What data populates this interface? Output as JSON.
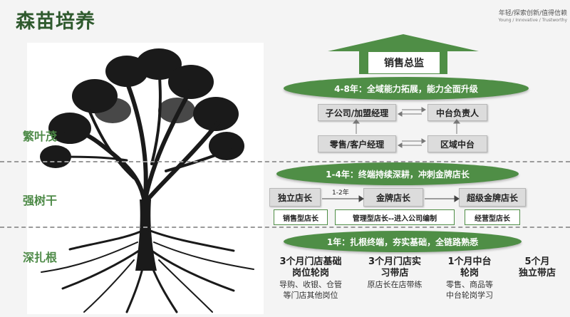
{
  "header": {
    "title": "森苗培养",
    "slogan_cn": "年轻/探索创新/值得信赖",
    "slogan_en": "Young / Innovative / Trustworthy"
  },
  "sections": {
    "top": "繁叶茂",
    "mid": "强树干",
    "bottom": "深扎根"
  },
  "top_arrow": {
    "label": "销售总监"
  },
  "level1": {
    "banner": "4-8年：全域能力拓展，能力全面升级",
    "boxes": [
      "子公司/加盟经理",
      "中台负责人",
      "零售/客户经理",
      "区域中台"
    ]
  },
  "level2": {
    "banner": "1-4年：终端持续深耕，冲刺金牌店长",
    "boxes": [
      "独立店长",
      "金牌店长",
      "超级金牌店长"
    ],
    "arrow_label": "1-2年",
    "tags": [
      "销售型店长",
      "管理型店长--进入公司编制",
      "经营型店长"
    ]
  },
  "level3": {
    "banner": "1年：扎根终端，夯实基础，全链路熟悉",
    "stages": [
      {
        "title1": "3个月门店基础",
        "title2": "岗位轮岗",
        "desc1": "导购、收银、仓管",
        "desc2": "等门店其他岗位"
      },
      {
        "title1": "3个月门店实",
        "title2": "习带店",
        "desc1": "原店长在店带练",
        "desc2": ""
      },
      {
        "title1": "1个月中台",
        "title2": "轮岗",
        "desc1": "零售、商品等",
        "desc2": "中台轮岗学习"
      },
      {
        "title1": "5个月",
        "title2": "独立带店",
        "desc1": "",
        "desc2": ""
      }
    ]
  }
}
